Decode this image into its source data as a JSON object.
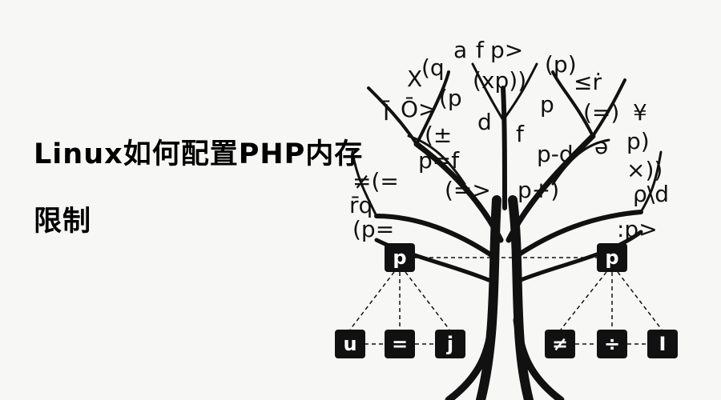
{
  "article": {
    "title_line1": "Linux如何配置PHP内存",
    "title_line2": "限制"
  },
  "illustration": {
    "description_icon": "math-symbol-tree",
    "colors": {
      "background": "#f7f7f6",
      "ink": "#111111",
      "node_fill": "#111111"
    },
    "canopy_glyphs": [
      "(q",
      "a",
      "f",
      "p>",
      "(p)",
      "X",
      "(xp))",
      "(p",
      "p",
      "≤ṙ",
      "Ī",
      "Ō>",
      "d",
      "f",
      "(=)",
      "¥",
      "(±",
      "p=f",
      "p-d",
      "ə",
      "p)",
      "≠(=",
      "×))",
      "(=>",
      "p+)",
      "r̄q",
      "ρ\\d",
      "(p=",
      ":p>"
    ],
    "upper_nodes": [
      "p",
      "p"
    ],
    "lower_nodes": [
      "u",
      "=",
      "j",
      "≠",
      "÷",
      "I"
    ]
  }
}
